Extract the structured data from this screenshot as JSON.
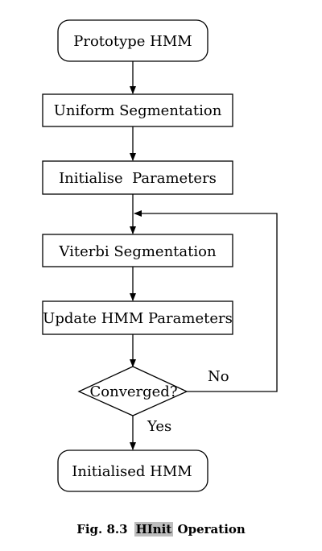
{
  "diagram": {
    "nodes": {
      "prototype": "Prototype HMM",
      "uniform": "Uniform Segmentation",
      "initialise": "Initialise  Parameters",
      "viterbi": "Viterbi Segmentation",
      "update": "Update HMM Parameters",
      "converged": "Converged?",
      "initialised": "Initialised HMM"
    },
    "edges": {
      "no": "No",
      "yes": "Yes"
    }
  },
  "caption": {
    "label": "Fig. 8.3",
    "tool": "HInit",
    "rest": "Operation"
  }
}
